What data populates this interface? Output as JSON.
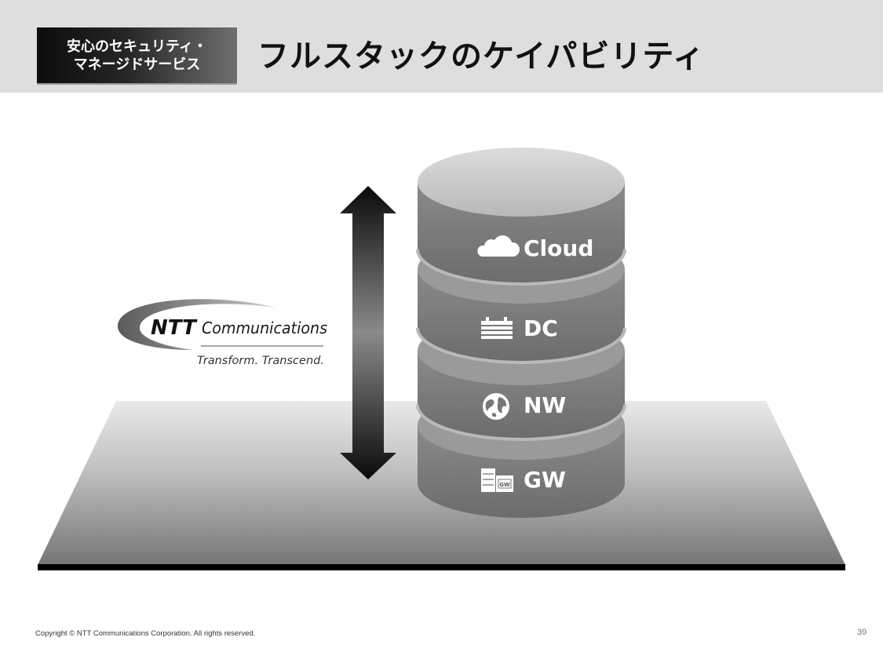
{
  "header": {
    "badge_line1": "安心のセキュリティ・",
    "badge_line2": "マネージドサービス",
    "title": "フルスタックのケイパビリティ"
  },
  "logo": {
    "brand_ntt": "NTT",
    "brand_name": "Communications",
    "tagline": "Transform. Transcend."
  },
  "stack": {
    "layers": [
      {
        "label": "Cloud",
        "icon": "cloud-icon"
      },
      {
        "label": "DC",
        "icon": "datacenter-icon"
      },
      {
        "label": "NW",
        "icon": "globe-icon"
      },
      {
        "label": "GW",
        "icon": "gateway-icon",
        "icon_text": "GW"
      }
    ]
  },
  "footer": {
    "copyright": "Copyright © NTT Communications Corporation. All rights reserved.",
    "page_number": "39"
  },
  "colors": {
    "header_bg": "#dedede",
    "badge_dark": "#0c0c0c",
    "text_dark": "#111111"
  }
}
